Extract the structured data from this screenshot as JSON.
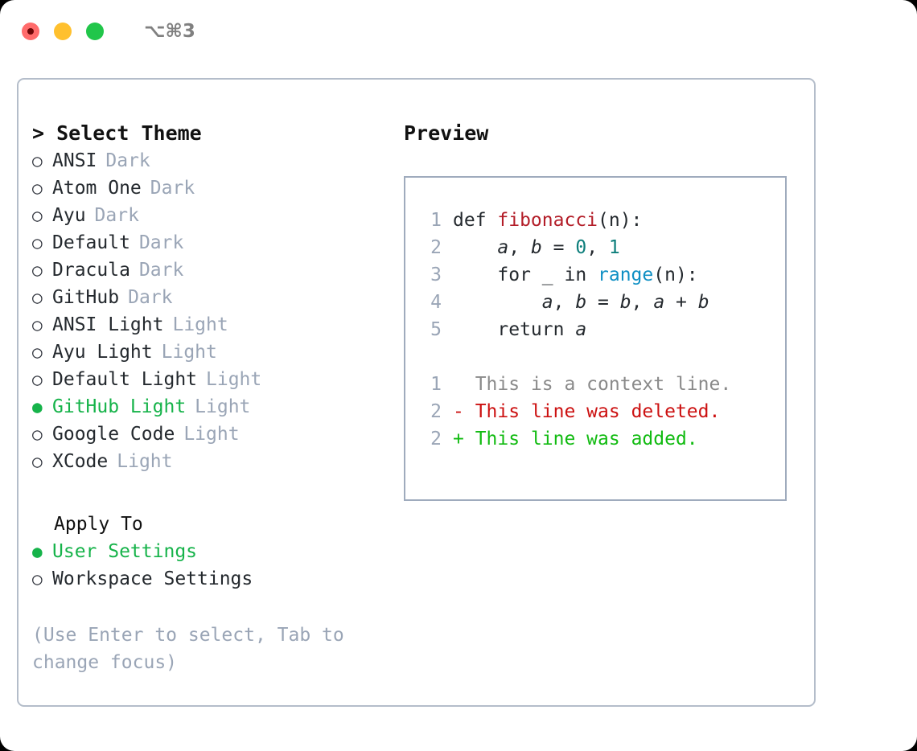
{
  "window": {
    "traffic_lights": [
      "close",
      "minimize",
      "maximize"
    ],
    "shortcut": "⌥⌘3"
  },
  "theme_section": {
    "header": "> Select Theme",
    "items": [
      {
        "marker": "○",
        "label": "ANSI",
        "tag": "Dark",
        "selected": false
      },
      {
        "marker": "○",
        "label": "Atom One",
        "tag": "Dark",
        "selected": false
      },
      {
        "marker": "○",
        "label": "Ayu",
        "tag": "Dark",
        "selected": false
      },
      {
        "marker": "○",
        "label": "Default",
        "tag": "Dark",
        "selected": false
      },
      {
        "marker": "○",
        "label": "Dracula",
        "tag": "Dark",
        "selected": false
      },
      {
        "marker": "○",
        "label": "GitHub",
        "tag": "Dark",
        "selected": false
      },
      {
        "marker": "○",
        "label": "ANSI Light",
        "tag": "Light",
        "selected": false
      },
      {
        "marker": "○",
        "label": "Ayu Light",
        "tag": "Light",
        "selected": false
      },
      {
        "marker": "○",
        "label": "Default Light",
        "tag": "Light",
        "selected": false
      },
      {
        "marker": "●",
        "label": "GitHub Light",
        "tag": "Light",
        "selected": true
      },
      {
        "marker": "○",
        "label": "Google Code",
        "tag": "Light",
        "selected": false
      },
      {
        "marker": "○",
        "label": "XCode",
        "tag": "Light",
        "selected": false
      }
    ]
  },
  "apply_section": {
    "header": "Apply To",
    "items": [
      {
        "marker": "●",
        "label": "User Settings",
        "selected": true
      },
      {
        "marker": "○",
        "label": "Workspace Settings",
        "selected": false
      }
    ]
  },
  "hint": "(Use Enter to select, Tab to change focus)",
  "preview": {
    "title": "Preview",
    "code_lines": [
      {
        "lineno": "1",
        "tokens": [
          {
            "text": "def ",
            "type": "kw"
          },
          {
            "text": "fibonacci",
            "type": "fn"
          },
          {
            "text": "(n):",
            "type": "punct"
          }
        ]
      },
      {
        "lineno": "2",
        "tokens": [
          {
            "text": "    ",
            "type": "punct"
          },
          {
            "text": "a",
            "type": "var"
          },
          {
            "text": ", ",
            "type": "punct"
          },
          {
            "text": "b",
            "type": "var"
          },
          {
            "text": " = ",
            "type": "punct"
          },
          {
            "text": "0",
            "type": "num"
          },
          {
            "text": ", ",
            "type": "punct"
          },
          {
            "text": "1",
            "type": "num"
          }
        ]
      },
      {
        "lineno": "3",
        "tokens": [
          {
            "text": "    for _ in ",
            "type": "kw"
          },
          {
            "text": "range",
            "type": "call"
          },
          {
            "text": "(n):",
            "type": "punct"
          }
        ]
      },
      {
        "lineno": "4",
        "tokens": [
          {
            "text": "        ",
            "type": "punct"
          },
          {
            "text": "a",
            "type": "var"
          },
          {
            "text": ", ",
            "type": "punct"
          },
          {
            "text": "b",
            "type": "var"
          },
          {
            "text": " = ",
            "type": "punct"
          },
          {
            "text": "b",
            "type": "var"
          },
          {
            "text": ", ",
            "type": "punct"
          },
          {
            "text": "a",
            "type": "var"
          },
          {
            "text": " + ",
            "type": "punct"
          },
          {
            "text": "b",
            "type": "var"
          }
        ]
      },
      {
        "lineno": "5",
        "tokens": [
          {
            "text": "    return ",
            "type": "kw"
          },
          {
            "text": "a",
            "type": "var"
          }
        ]
      }
    ],
    "diff_lines": [
      {
        "lineno": "1",
        "sign": " ",
        "text": "This is a context line.",
        "kind": "context"
      },
      {
        "lineno": "2",
        "sign": "-",
        "text": "This line was deleted.",
        "kind": "del"
      },
      {
        "lineno": "2",
        "sign": "+",
        "text": "This line was added.",
        "kind": "add"
      }
    ]
  },
  "colors": {
    "accent_green": "#16b34a",
    "muted": "#9aa5b6",
    "border": "#b4bdca",
    "preview_border": "#9fabbd",
    "fn_red": "#b31d28",
    "call_blue": "#0e8fc4",
    "num_teal": "#0d7e7b",
    "diff_del": "#cc1111",
    "diff_add": "#11bb11",
    "traffic_red": "#ff6b6b",
    "traffic_yellow": "#ffc02e",
    "traffic_green": "#21c64a"
  }
}
